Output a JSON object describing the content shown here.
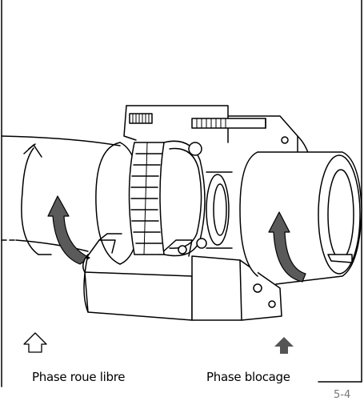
{
  "legend": {
    "freewheel_label": "Phase roue libre",
    "locking_label": "Phase blocage"
  },
  "figure_number": "5-4",
  "colors": {
    "line": "#000000",
    "rotation_arrow": "#5a5a5a",
    "legend_solid_arrow": "#555555",
    "figure_number": "#777777"
  },
  "icons": {
    "freewheel": "hollow-up-arrow-icon",
    "locking": "solid-up-arrow-icon"
  }
}
